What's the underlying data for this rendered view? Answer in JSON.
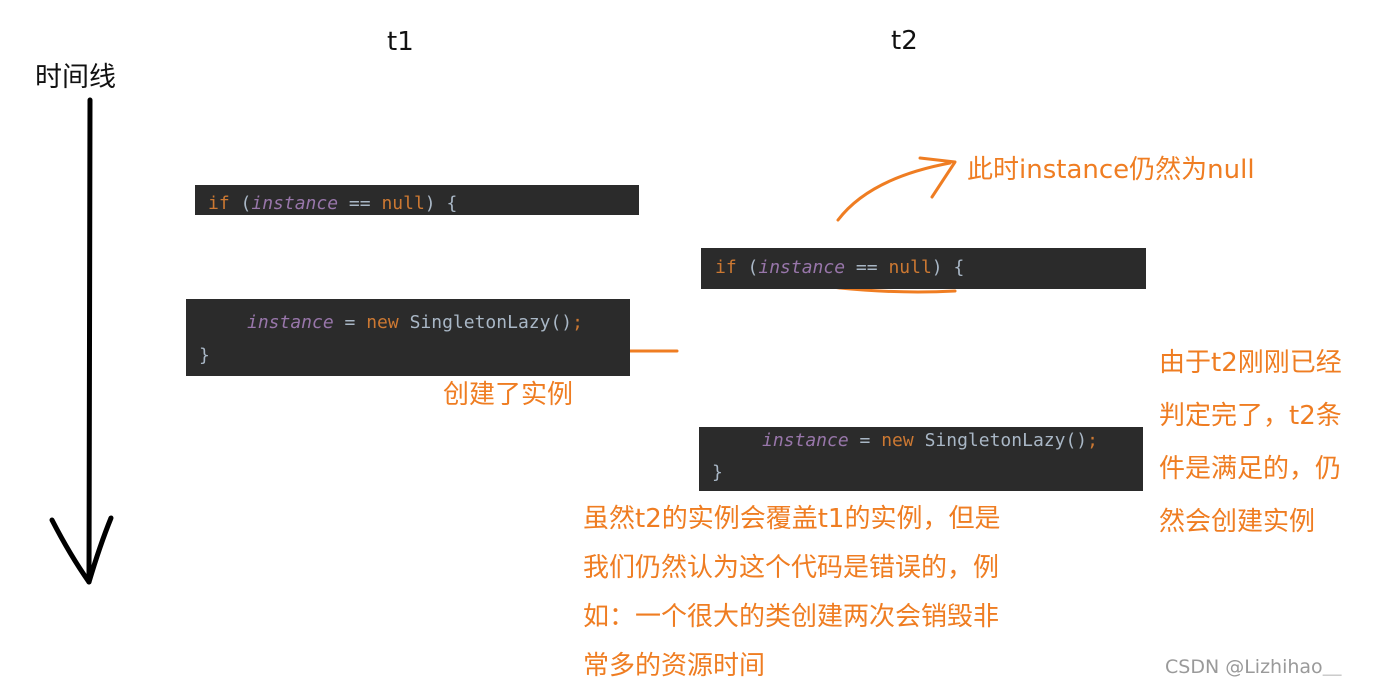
{
  "labels": {
    "timeline": "时间线",
    "t1": "t1",
    "t2": "t2"
  },
  "code_tokens": {
    "if": "if",
    "open_paren": " (",
    "instance": "instance",
    "eq": " == ",
    "null": "null",
    "close": ") {",
    "assign": " = ",
    "new": "new",
    "ctor": " SingletonLazy()",
    "semi": ";",
    "brace": "}"
  },
  "annotations": {
    "null_note": "此时instance仍然为null",
    "created_note": "创建了实例",
    "t2_side_note": [
      "由于t2刚刚已经",
      "判定完了，t2条",
      "件是满足的，仍",
      "然会创建实例"
    ],
    "bottom_note": [
      "虽然t2的实例会覆盖t1的实例，但是",
      "我们仍然认为这个代码是错误的，例",
      "如：一个很大的类创建两次会销毁非",
      "常多的资源时间"
    ]
  },
  "watermark": "CSDN @Lizhihao＿",
  "colors": {
    "code_bg": "#2b2b2b",
    "keyword": "#cc7832",
    "field": "#9876aa",
    "plain": "#a9b7c6",
    "annotation": "#ef7d22",
    "ink": "#111111"
  }
}
